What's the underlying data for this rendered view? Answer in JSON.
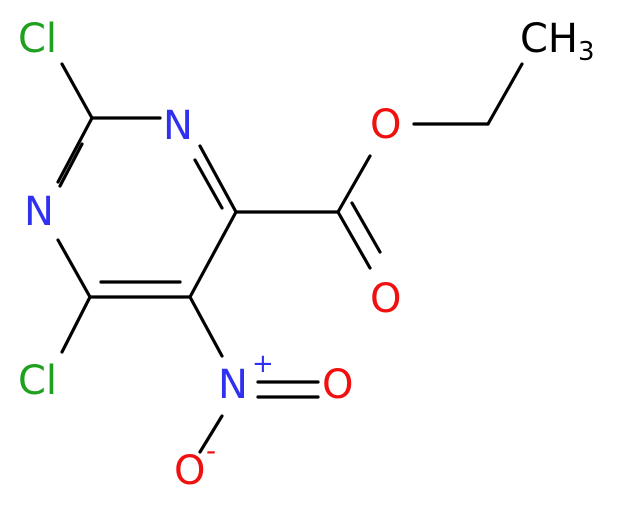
{
  "molecule": {
    "atoms": {
      "cl_top": "Cl",
      "cl_bottom": "Cl",
      "n_ring_top": "N",
      "n_ring_left": "N",
      "o_ester": "O",
      "o_carbonyl": "O",
      "ch3": "CH",
      "ch3_sub": "3",
      "n_nitro": "N",
      "n_nitro_charge": "+",
      "o_nitro_double": "O",
      "o_nitro_minus": "O",
      "o_nitro_minus_charge": "-"
    },
    "colors": {
      "bond": "#000000",
      "chlorine": "#1fa01f",
      "nitrogen": "#3030f0",
      "oxygen": "#f01010",
      "carbon": "#000000"
    }
  }
}
